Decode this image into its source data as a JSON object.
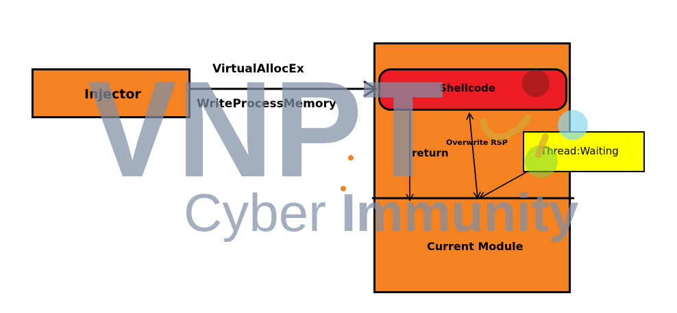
{
  "diagram": {
    "injector": "Injector",
    "shellcode": "Shellcode",
    "thread": "Thread:Waiting",
    "current_module": "Current Module",
    "edge_virtualallocex": "VirtualAllocEx",
    "edge_writeprocessmemory": "WriteProcessMemory",
    "edge_return": "return",
    "edge_overwrite_rsp": "Overwrite RSP"
  },
  "watermark": {
    "big": "VNPT",
    "sub_light": "Cyber ",
    "sub_bold": "Immunity"
  },
  "colors": {
    "orange": "#f58220",
    "red": "#ec1c24",
    "yellow": "#ffff00",
    "watermark_gray": "#7f8fa6"
  }
}
